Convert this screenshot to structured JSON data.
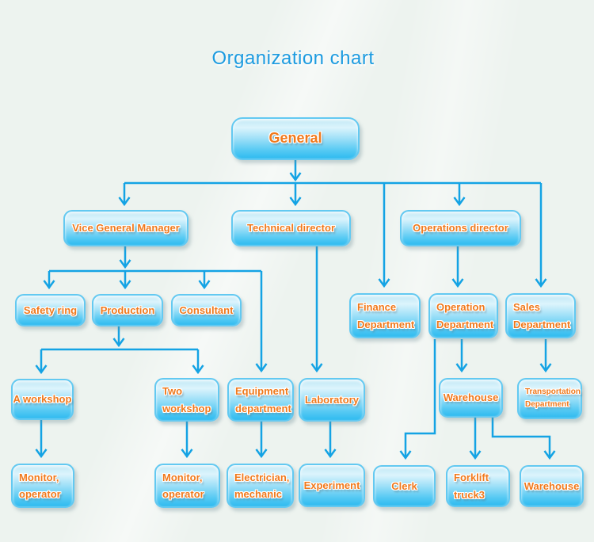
{
  "title": "Organization chart",
  "colors": {
    "line": "#14a3e4",
    "label_text": "#f0791c",
    "title_text": "#1c9be0",
    "box_fill_top": "#dcf4fc",
    "box_fill_bottom": "#2fbbf0"
  },
  "nodes": {
    "general": {
      "label": "General"
    },
    "vice_general_manager": {
      "label": "Vice General Manager"
    },
    "technical_director": {
      "label": "Technical director"
    },
    "operations_director": {
      "label": "Operations director"
    },
    "safety_ring": {
      "label": "Safety ring"
    },
    "production": {
      "label": "Production"
    },
    "consultant": {
      "label": "Consultant"
    },
    "finance_department": {
      "label": "Finance\nDepartment"
    },
    "operation_department": {
      "label": "Operation\nDepartment"
    },
    "sales_department": {
      "label": "Sales\nDepartment"
    },
    "a_workshop": {
      "label": "A workshop"
    },
    "two_workshop": {
      "label": "Two\nworkshop"
    },
    "equipment_department": {
      "label": "Equipment\ndepartment"
    },
    "laboratory": {
      "label": "Laboratory"
    },
    "warehouse": {
      "label": "Warehouse"
    },
    "transportation_department": {
      "label": "Transportation\nDepartment"
    },
    "monitor_operator_1": {
      "label": "Monitor,\noperator"
    },
    "monitor_operator_2": {
      "label": "Monitor,\noperator"
    },
    "electrician_mechanic": {
      "label": "Electrician,\nmechanic"
    },
    "experiment": {
      "label": "Experiment"
    },
    "clerk": {
      "label": "Clerk"
    },
    "forklift_truck3": {
      "label": "Forklift\ntruck3"
    },
    "warehouse_2": {
      "label": "Warehouse"
    }
  },
  "edges": [
    {
      "from": "general",
      "to": "vice_general_manager"
    },
    {
      "from": "general",
      "to": "technical_director"
    },
    {
      "from": "general",
      "to": "operations_director"
    },
    {
      "from": "general",
      "to": "finance_department"
    },
    {
      "from": "general",
      "to": "sales_department"
    },
    {
      "from": "vice_general_manager",
      "to": "safety_ring"
    },
    {
      "from": "vice_general_manager",
      "to": "production"
    },
    {
      "from": "vice_general_manager",
      "to": "consultant"
    },
    {
      "from": "vice_general_manager",
      "to": "equipment_department"
    },
    {
      "from": "production",
      "to": "a_workshop"
    },
    {
      "from": "production",
      "to": "two_workshop"
    },
    {
      "from": "technical_director",
      "to": "laboratory"
    },
    {
      "from": "operations_director",
      "to": "operation_department"
    },
    {
      "from": "a_workshop",
      "to": "monitor_operator_1"
    },
    {
      "from": "two_workshop",
      "to": "monitor_operator_2"
    },
    {
      "from": "equipment_department",
      "to": "electrician_mechanic"
    },
    {
      "from": "laboratory",
      "to": "experiment"
    },
    {
      "from": "operation_department",
      "to": "clerk"
    },
    {
      "from": "operation_department",
      "to": "warehouse"
    },
    {
      "from": "warehouse",
      "to": "forklift_truck3"
    },
    {
      "from": "warehouse",
      "to": "warehouse_2"
    },
    {
      "from": "sales_department",
      "to": "transportation_department"
    }
  ]
}
